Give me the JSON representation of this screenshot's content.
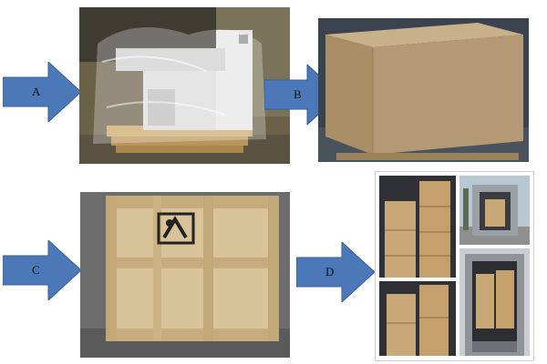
{
  "steps": [
    {
      "label": "A",
      "image": "machine-wrapped-in-plastic-on-pallet"
    },
    {
      "label": "B",
      "image": "machine-in-cardboard-box-on-pallet"
    },
    {
      "label": "C",
      "image": "wooden-crate"
    },
    {
      "label": "D",
      "image": "crates-loaded-in-shipping-container"
    }
  ],
  "colors": {
    "arrow_fill": "#4a78b8",
    "arrow_stroke": "#3a5f94",
    "cardboard": "#b39a74",
    "plywood": "#d9c39a",
    "container_crate": "#c9a877"
  }
}
